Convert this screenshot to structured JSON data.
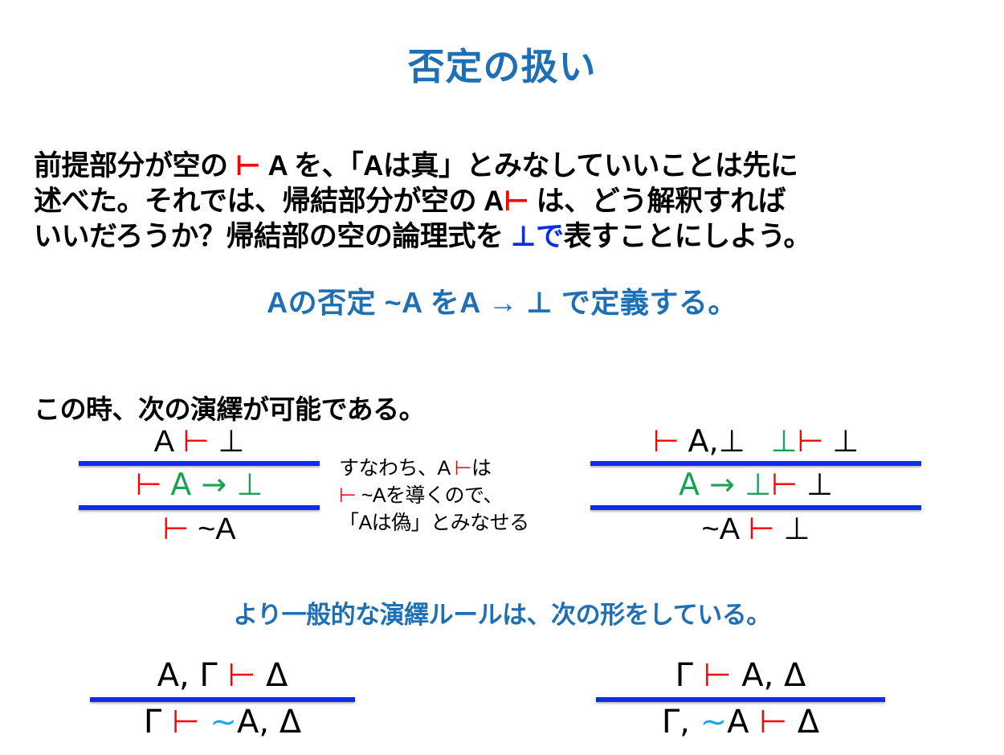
{
  "slide": {
    "title": "否定の扱い",
    "title_color": "#1f6fb4",
    "paragraph": {
      "line1_a": "前提部分が空の ",
      "line1_turnstile": "⊢",
      "line1_b": " A を、「Aは真」とみなしていいことは先に",
      "line2_a": "述べた。それでは、帰結部分が空の A",
      "line2_turnstile": "⊢",
      "line2_b": " は、どう解釈すれば",
      "line3_a": "いいだろうか？帰結部の空の論理式を ",
      "line3_bottom": "⊥",
      "line3_b": "で",
      "line3_c": "表すことにしよう。"
    },
    "definition_line": {
      "a": "Aの否定 ~A をA → ⊥ で定義する。"
    },
    "lead_text": "この時、次の演繹が可能である。",
    "derivation_left": {
      "row1": {
        "a": "A",
        "turnstile": "⊢",
        "b": "⊥"
      },
      "row2": {
        "turnstile": "⊢",
        "formula": "A → ⊥"
      },
      "row3": {
        "turnstile": "⊢",
        "formula": "~A"
      }
    },
    "derivation_right": {
      "row1": {
        "left_turnstile": "⊢",
        "left_formula": "A,⊥",
        "right_bottom": "⊥",
        "right_turnstile": "⊢",
        "right_concl": "⊥"
      },
      "row2": {
        "formula": "A → ⊥",
        "turnstile": "⊢",
        "concl": "⊥"
      },
      "row3": {
        "formula": "~A",
        "turnstile": "⊢",
        "concl": "⊥"
      }
    },
    "midnote": {
      "line1_a": "すなわち、A ",
      "line1_turnstile": "⊢",
      "line1_b": "は",
      "line2_turnstile": "⊢",
      "line2_b": " ~Aを導くので、",
      "line3": "「Aは偽」とみなせる"
    },
    "general_heading": "より一般的な演繹ルールは、次の形をしている。",
    "rule_left": {
      "premise_a": "A, Γ ",
      "premise_turnstile": "⊢",
      "premise_b": " Δ",
      "concl_a": "Γ ",
      "concl_turnstile": "⊢",
      "concl_neg": " ~",
      "concl_b": "A, Δ"
    },
    "rule_right": {
      "premise_a": "Γ ",
      "premise_turnstile": "⊢",
      "premise_b": " A, Δ",
      "concl_a": "Γ, ",
      "concl_neg": "~",
      "concl_b": "A ",
      "concl_turnstile": "⊢",
      "concl_c": " Δ"
    },
    "colors": {
      "red": "#ff0000",
      "blue": "#0a2fe8",
      "green": "#1aa254",
      "cyan": "#22a5ee",
      "title_blue": "#1f6fb4"
    }
  }
}
